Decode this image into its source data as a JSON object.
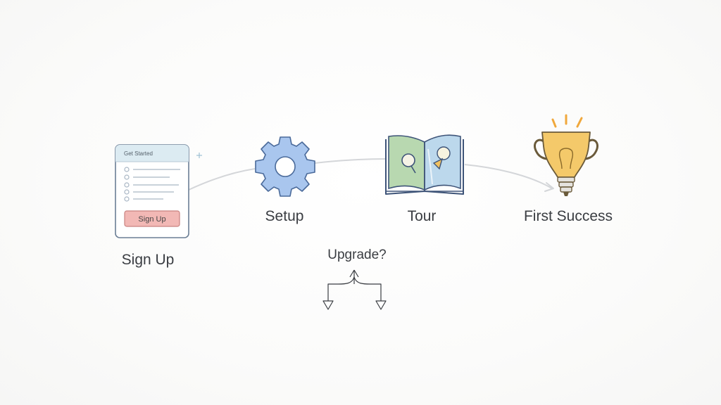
{
  "steps": [
    {
      "id": "signup",
      "label": "Sign Up",
      "icon": "signup-form-icon"
    },
    {
      "id": "setup",
      "label": "Setup",
      "icon": "gear-icon"
    },
    {
      "id": "tour",
      "label": "Tour",
      "icon": "open-book-icon"
    },
    {
      "id": "success",
      "label": "First Success",
      "icon": "trophy-lightbulb-icon"
    }
  ],
  "signup_form": {
    "title": "Get Started",
    "button_label": "Sign Up"
  },
  "branch": {
    "label": "Upgrade?",
    "icon": "branch-arrows-icon"
  },
  "colors": {
    "connector": "#d4d6d9",
    "form_header": "#dcebf2",
    "form_button": "#f2b8b5",
    "gear": "#a9c6ee",
    "gear_stroke": "#4a6a9a",
    "book_left": "#b8d8b0",
    "book_right": "#bcd8ec",
    "trophy": "#f4c96a",
    "trophy_stroke": "#6a5a3a",
    "rays": "#f0a83c"
  }
}
